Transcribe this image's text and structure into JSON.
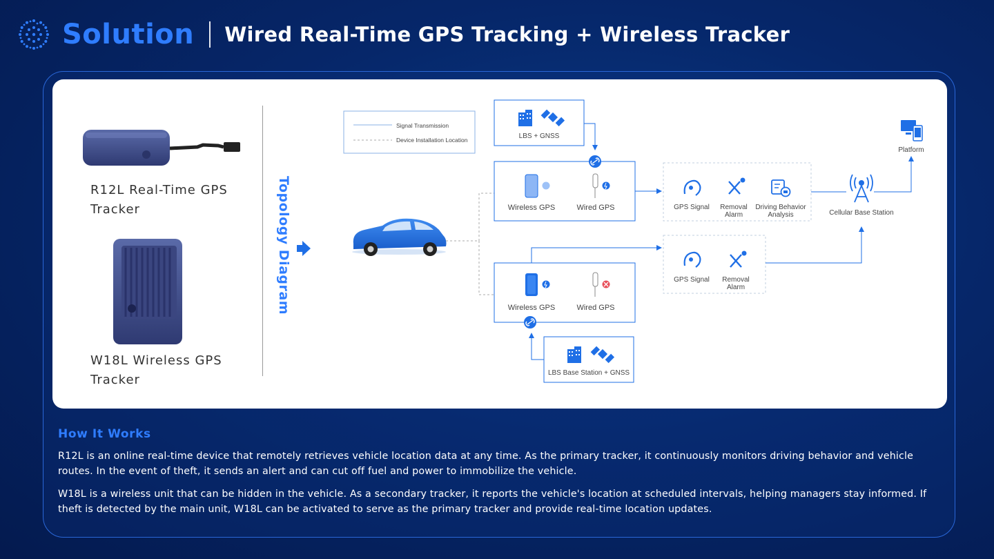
{
  "header": {
    "brand": "Solution",
    "title": "Wired Real-Time GPS Tracking + Wireless Tracker"
  },
  "devices": {
    "r12l": {
      "line1": "R12L Real-Time GPS",
      "line2": "Tracker"
    },
    "w18l": {
      "line1": "W18L Wireless GPS",
      "line2": "Tracker"
    }
  },
  "topology_label": "Topology Diagram",
  "diagram": {
    "legend": {
      "signal": "Signal Transmission",
      "install": "Device Installation Location"
    },
    "top_source": "LBS + GNSS",
    "top_pair": {
      "wireless": "Wireless GPS",
      "wired": "Wired GPS"
    },
    "top_features": {
      "gps": "GPS Signal",
      "removal_1": "Removal",
      "removal_2": "Alarm",
      "driving_1": "Driving Behavior",
      "driving_2": "Analysis"
    },
    "cellular": "Cellular Base Station",
    "platform": "Platform",
    "bottom_features": {
      "gps": "GPS Signal",
      "removal_1": "Removal",
      "removal_2": "Alarm"
    },
    "bottom_pair": {
      "wireless": "Wireless GPS",
      "wired": "Wired GPS"
    },
    "bottom_source": "LBS Base Station + GNSS"
  },
  "how_it_works": {
    "title": "How It Works",
    "p1": "R12L is an online real-time device that remotely retrieves vehicle location data at any time. As the primary tracker, it continuously monitors driving behavior and vehicle routes. In the event of theft, it sends an alert and can cut off fuel and power to immobilize the vehicle.",
    "p2": "W18L is a wireless unit that can be hidden in the vehicle. As a secondary tracker, it reports the vehicle's location at scheduled intervals, helping managers stay informed. If theft is detected by the main unit, W18L can be activated to serve as the primary tracker and provide real-time location updates."
  },
  "colors": {
    "accent": "#2f7dff",
    "diagram_blue": "#1f6fe6",
    "alert_red": "#e8505b",
    "background": "#062a6e"
  }
}
